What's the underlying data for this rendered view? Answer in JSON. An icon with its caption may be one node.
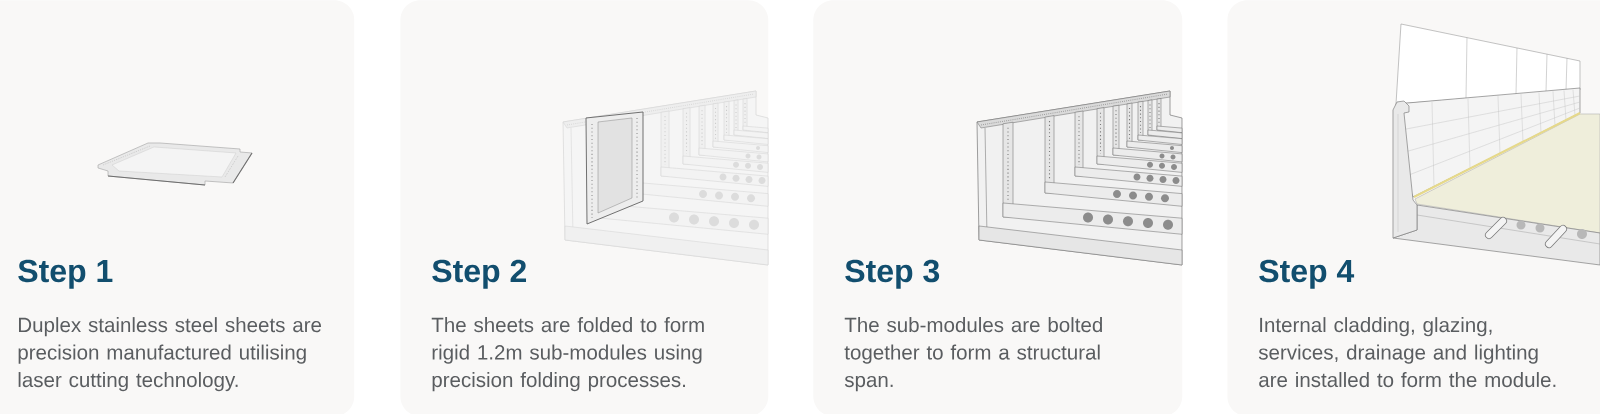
{
  "diagram": {
    "nodes": [
      {
        "text": [
          "Step 1",
          "Duplex stainless steel sheets are precision manufactured utilising laser cutting technology."
        ]
      },
      {
        "text": [
          "Step 2",
          "The sheets are folded to form rigid 1.2m sub-modules using precision folding processes."
        ]
      },
      {
        "text": [
          "Step 3",
          "The sub-modules are bolted together to form a structural span."
        ]
      },
      {
        "text": [
          "Step 4",
          "Internal cladding, glazing, services, drainage and lighting are installed to form the module."
        ]
      }
    ]
  }
}
